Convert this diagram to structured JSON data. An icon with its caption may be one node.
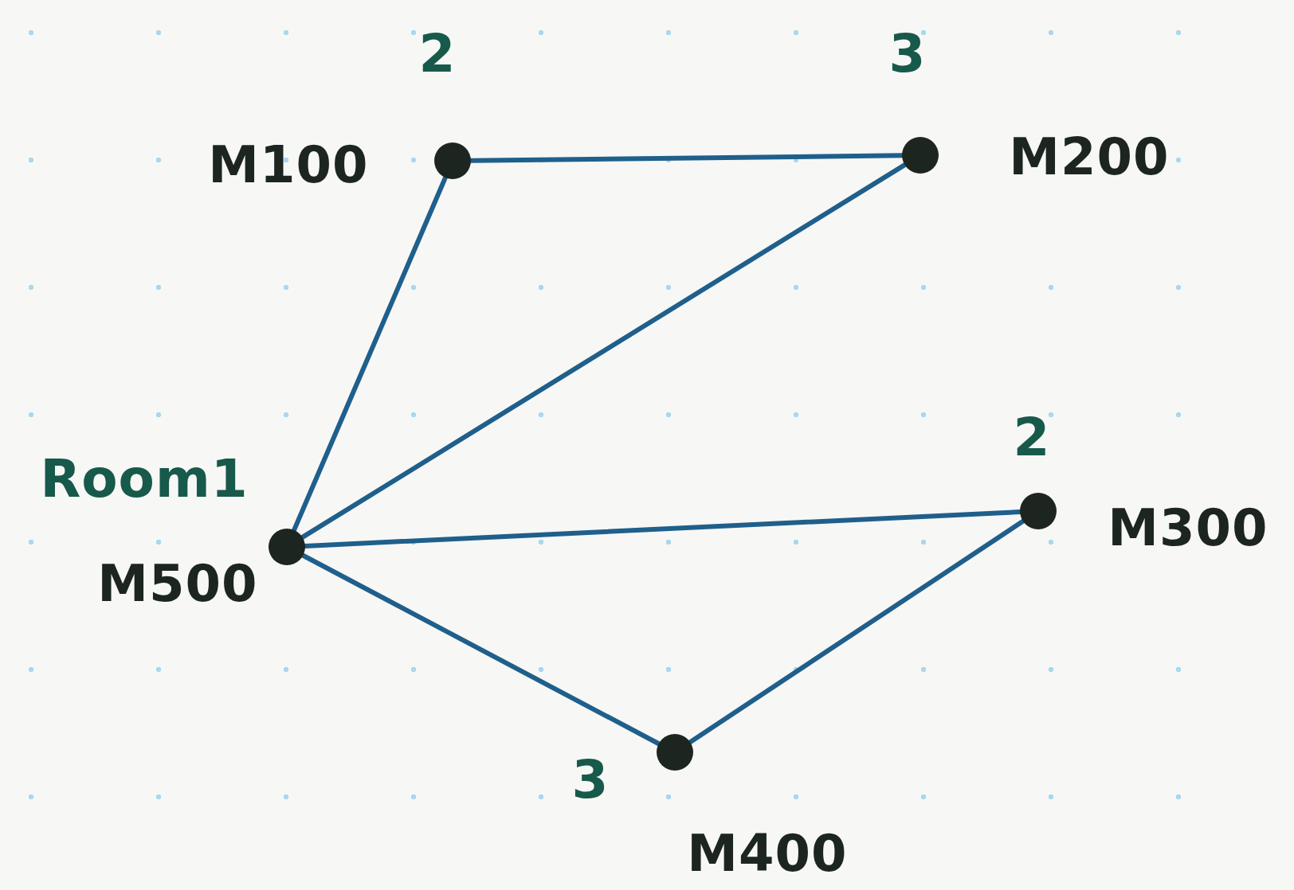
{
  "diagram": {
    "nodes": [
      {
        "text": [],
        "shape": "circle",
        "beside": [
          "2",
          "M100"
        ]
      },
      {
        "text": [],
        "shape": "circle",
        "beside": [
          "3",
          "M200"
        ]
      },
      {
        "text": [],
        "shape": "circle",
        "beside": [
          "Room1",
          "M500"
        ]
      },
      {
        "text": [],
        "shape": "circle",
        "beside": [
          "2",
          "M300"
        ]
      },
      {
        "text": [],
        "shape": "circle",
        "beside": [
          "3",
          "M400"
        ]
      }
    ],
    "edges": [
      {
        "from": 0,
        "to": 1,
        "arrow": "none"
      },
      {
        "from": 0,
        "to": 2,
        "arrow": "none"
      },
      {
        "from": 1,
        "to": 2,
        "arrow": "none"
      },
      {
        "from": 2,
        "to": 3,
        "arrow": "none"
      },
      {
        "from": 2,
        "to": 4,
        "arrow": "none"
      },
      {
        "from": 4,
        "to": 3,
        "arrow": "none"
      }
    ]
  }
}
